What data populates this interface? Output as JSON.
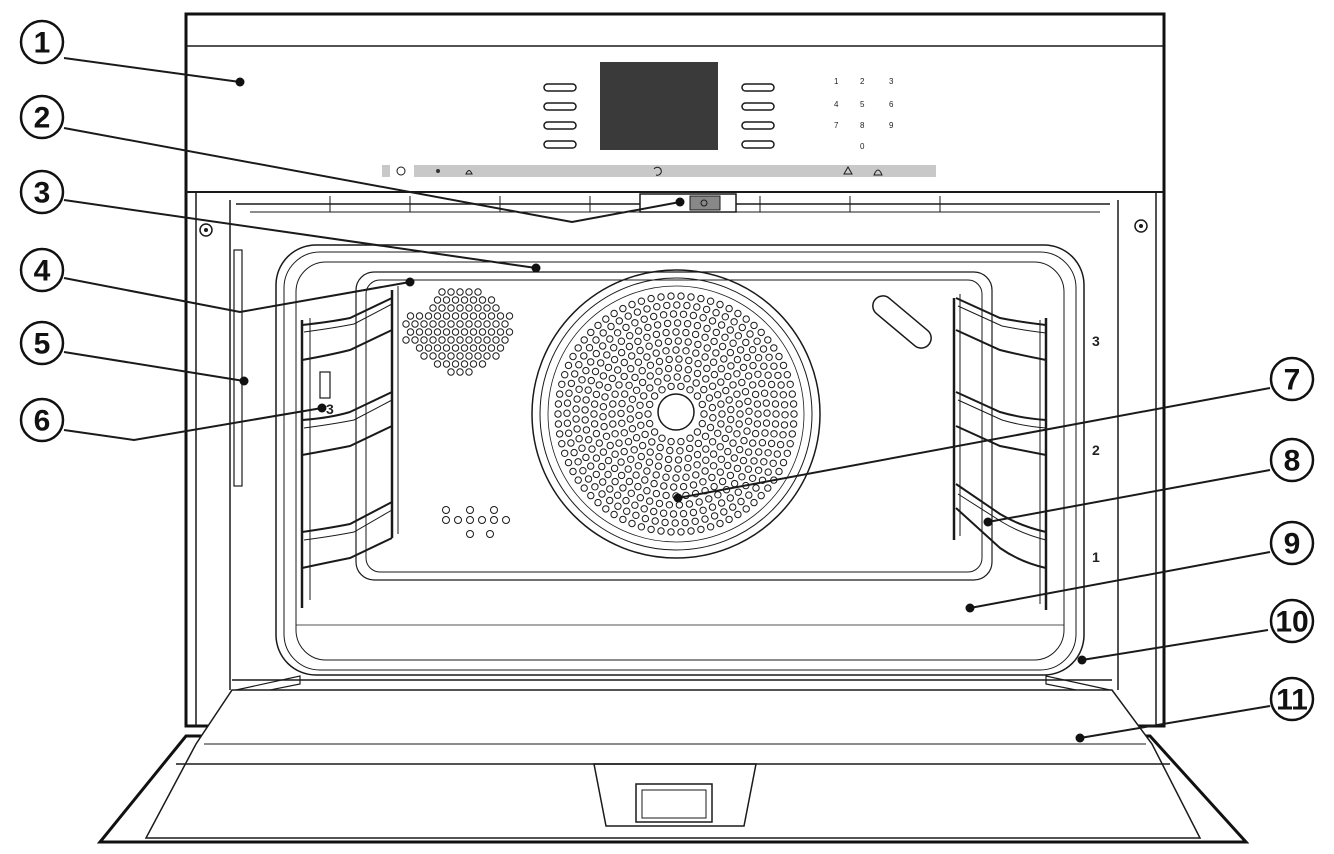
{
  "callouts": [
    {
      "label": "1"
    },
    {
      "label": "2"
    },
    {
      "label": "3"
    },
    {
      "label": "4"
    },
    {
      "label": "5"
    },
    {
      "label": "6"
    },
    {
      "label": "7"
    },
    {
      "label": "8"
    },
    {
      "label": "9"
    },
    {
      "label": "10"
    },
    {
      "label": "11"
    }
  ],
  "keypad": {
    "digits": [
      "1",
      "2",
      "3",
      "4",
      "5",
      "6",
      "7",
      "8",
      "9",
      "0"
    ]
  },
  "shelf_levels": [
    "3",
    "2",
    "1"
  ],
  "rack_marker": "3",
  "colors": {
    "display": "#3a3a3a",
    "control_strip": "#c8c8c8",
    "line": "#1a1a1a"
  }
}
